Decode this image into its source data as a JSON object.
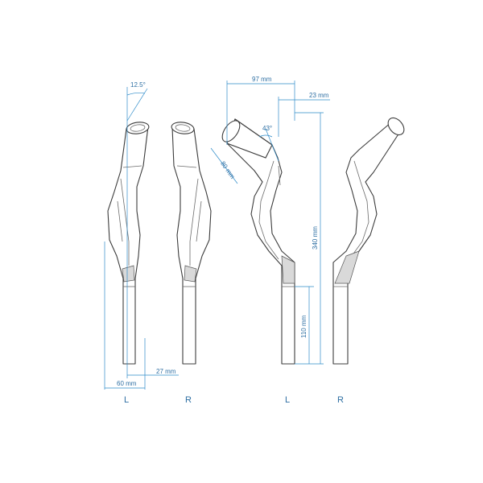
{
  "dimensions": {
    "angle_left": "12.5°",
    "width_left": "60 mm",
    "offset_right": "27 mm",
    "top_reach": "97 mm",
    "top_offset": "23 mm",
    "angle_side": "43°",
    "tube_length": "80 mm",
    "total_height": "340 mm",
    "lower_height": "110 mm"
  },
  "labels": {
    "front_left": "L",
    "front_right": "R",
    "side_left": "L",
    "side_right": "R"
  },
  "colors": {
    "dimension_line": "#2e8bc9",
    "dimension_text": "#2e6fa3",
    "outline": "#3c3c3c"
  }
}
